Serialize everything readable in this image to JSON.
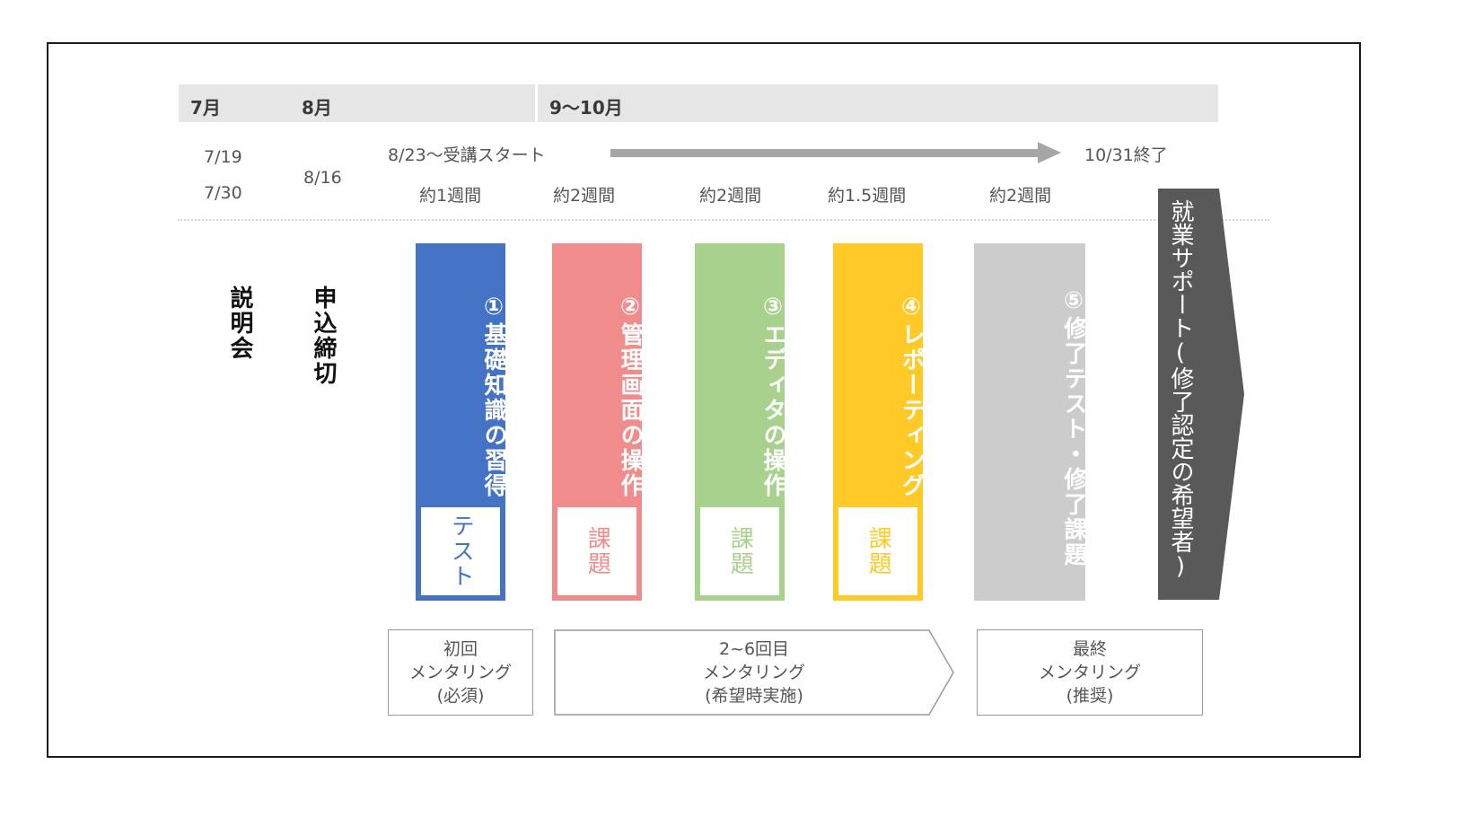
{
  "timeline": {
    "months": [
      {
        "label": "7月"
      },
      {
        "label": "8月"
      },
      {
        "label": "9〜10月"
      }
    ],
    "dates": {
      "info_session_1": "7/19",
      "info_session_2": "7/30",
      "application_deadline": "8/16",
      "course_start": "8/23〜受講スタート",
      "course_end": "10/31終了"
    },
    "durations": [
      "約1週間",
      "約2週間",
      "約2週間",
      "約1.5週間",
      "約2週間"
    ]
  },
  "milestones": {
    "info_session": "説明会",
    "application_deadline": "申込締切"
  },
  "phases": [
    {
      "number": "①",
      "title": "基礎知識の習得",
      "deliverable": "テスト",
      "color": "#4472c4"
    },
    {
      "number": "②",
      "title": "管理画面の操作",
      "deliverable": "課題",
      "color": "#f08c8c"
    },
    {
      "number": "③",
      "title": "エディタの操作",
      "deliverable": "課題",
      "color": "#a9d18e"
    },
    {
      "number": "④",
      "title": "レポーティング",
      "deliverable": "課題",
      "color": "#ffca28"
    },
    {
      "number": "⑤",
      "title": "修了テスト・修了課題",
      "color": "#cccccc"
    }
  ],
  "support": {
    "label": "就業サポート(修了認定の希望者)",
    "color": "#595959"
  },
  "mentoring": [
    {
      "line1": "初回",
      "line2": "メンタリング",
      "line3": "(必須)"
    },
    {
      "line1": "2~6回目",
      "line2": "メンタリング",
      "line3": "(希望時実施)"
    },
    {
      "line1": "最終",
      "line2": "メンタリング",
      "line3": "(推奨)"
    }
  ]
}
